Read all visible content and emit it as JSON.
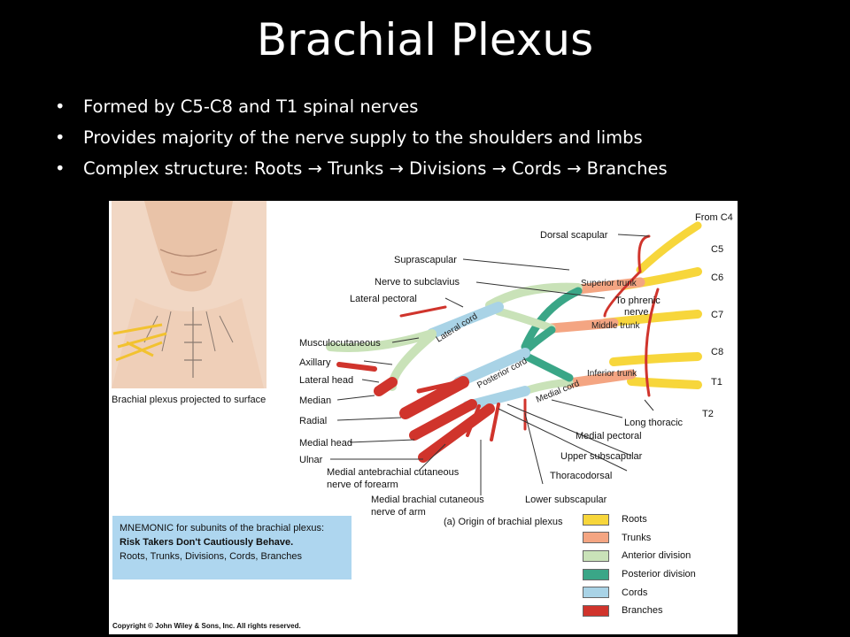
{
  "title": "Brachial Plexus",
  "bullets": [
    "Formed by C5-C8 and T1 spinal nerves",
    "Provides majority of the nerve supply to the shoulders and limbs",
    "Complex structure: Roots → Trunks → Divisions → Cords → Branches"
  ],
  "figure": {
    "surface_caption": "Brachial plexus projected to surface",
    "origin_caption": "(a) Origin of brachial plexus",
    "copyright": "Copyright © John Wiley & Sons, Inc. All rights reserved.",
    "labels": {
      "from_c4": "From C4",
      "c5": "C5",
      "c6": "C6",
      "c7": "C7",
      "c8": "C8",
      "t1": "T1",
      "t2": "T2",
      "dorsal_scapular": "Dorsal scapular",
      "suprascapular": "Suprascapular",
      "nerve_to_subclavius": "Nerve to subclavius",
      "lateral_pectoral": "Lateral pectoral",
      "musculocutaneous": "Musculocutaneous",
      "axillary": "Axillary",
      "lateral_head": "Lateral head",
      "median": "Median",
      "radial": "Radial",
      "medial_head": "Medial head",
      "ulnar": "Ulnar",
      "medial_antebrachial_1": "Medial antebrachial cutaneous",
      "medial_antebrachial_2": "nerve of forearm",
      "medial_brachial_1": "Medial brachial cutaneous",
      "medial_brachial_2": "nerve of arm",
      "lower_subscapular": "Lower subscapular",
      "thoracodorsal": "Thoracodorsal",
      "upper_subscapular": "Upper subscapular",
      "medial_pectoral": "Medial pectoral",
      "long_thoracic": "Long thoracic",
      "to_phrenic_1": "To phrenic",
      "to_phrenic_2": "nerve",
      "superior_trunk": "Superior trunk",
      "middle_trunk": "Middle trunk",
      "inferior_trunk": "Inferior trunk",
      "lateral_cord": "Lateral cord",
      "posterior_cord": "Posterior cord",
      "medial_cord": "Medial cord"
    },
    "mnemonic": {
      "heading": "MNEMONIC for subunits of the brachial plexus:",
      "line1": "Risk Takers Don't Cautiously Behave.",
      "line2": "Roots,    Trunks,    Divisions,    Cords,    Branches"
    },
    "legend": [
      {
        "label": "Roots",
        "color": "#f7d63b"
      },
      {
        "label": "Trunks",
        "color": "#f4a582"
      },
      {
        "label": "Anterior division",
        "color": "#c9e2b8"
      },
      {
        "label": "Posterior division",
        "color": "#3aa687"
      },
      {
        "label": "Cords",
        "color": "#a9d3e6"
      },
      {
        "label": "Branches",
        "color": "#d0342c"
      }
    ]
  }
}
